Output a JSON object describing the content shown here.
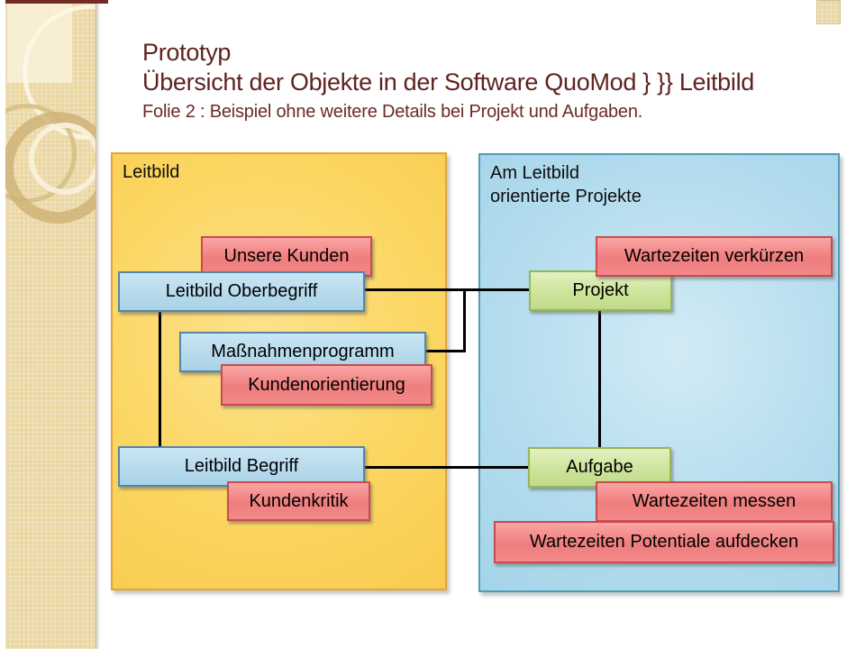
{
  "title": {
    "line1": "Prototyp",
    "line2": "Übersicht der Objekte in der Software QuoMod } }} Leitbild",
    "subtitle": "Folie 2 : Beispiel ohne weitere Details bei Projekt und Aufgaben."
  },
  "panels": {
    "leitbild": {
      "label": "Leitbild"
    },
    "projekte": {
      "label_line1": "Am Leitbild",
      "label_line2": "orientierte Projekte"
    }
  },
  "nodes": {
    "unsere_kunden": {
      "label": "Unsere Kunden",
      "type": "red"
    },
    "leitbild_oberbegriff": {
      "label": "Leitbild Oberbegriff",
      "type": "blue"
    },
    "massnahmenprogramm": {
      "label": "Maßnahmenprogramm",
      "type": "blue"
    },
    "kundenorientierung": {
      "label": "Kundenorientierung",
      "type": "red"
    },
    "leitbild_begriff": {
      "label": "Leitbild Begriff",
      "type": "blue"
    },
    "kundenkritik": {
      "label": "Kundenkritik",
      "type": "red"
    },
    "wartezeiten_verkuerzen": {
      "label": "Wartezeiten verkürzen",
      "type": "red"
    },
    "projekt": {
      "label": "Projekt",
      "type": "green"
    },
    "aufgabe": {
      "label": "Aufgabe",
      "type": "green"
    },
    "wartezeiten_messen": {
      "label": "Wartezeiten messen",
      "type": "red"
    },
    "wartezeiten_potentiale": {
      "label": "Wartezeiten Potentiale aufdecken",
      "type": "red"
    }
  },
  "palette": {
    "title_text": "#5e2321",
    "accent_bar": "#722b26",
    "side_strip": "#ead7a3",
    "panel_yellow_fill": "#fbd661",
    "panel_yellow_border": "#e5a33e",
    "panel_blue_fill": "#b3dcee",
    "panel_blue_border": "#4f9cba",
    "node_blue_fill": "#b9dcee",
    "node_blue_border": "#5586a8",
    "node_red_fill": "#f28585",
    "node_red_border": "#c94a4f",
    "node_green_fill": "#cbe398",
    "node_green_border": "#93b854",
    "connector": "#000000"
  }
}
